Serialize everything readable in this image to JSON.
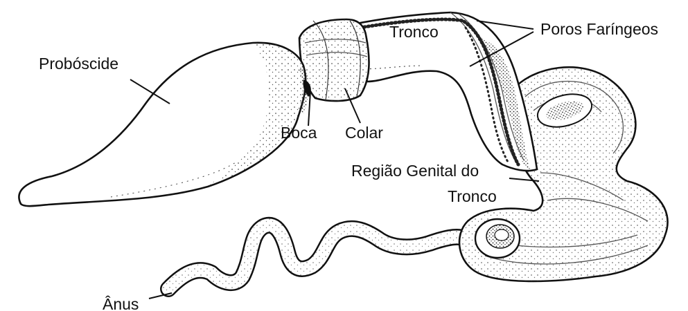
{
  "diagram": {
    "labels": {
      "proboscis": "Probóscide",
      "trunk": "Tronco",
      "pharyngeal_pores": "Poros Faríngeos",
      "mouth": "Boca",
      "collar": "Colar",
      "genital_region_line1": "Região Genital do",
      "genital_region_line2": "Tronco",
      "anus": "Ânus"
    }
  }
}
